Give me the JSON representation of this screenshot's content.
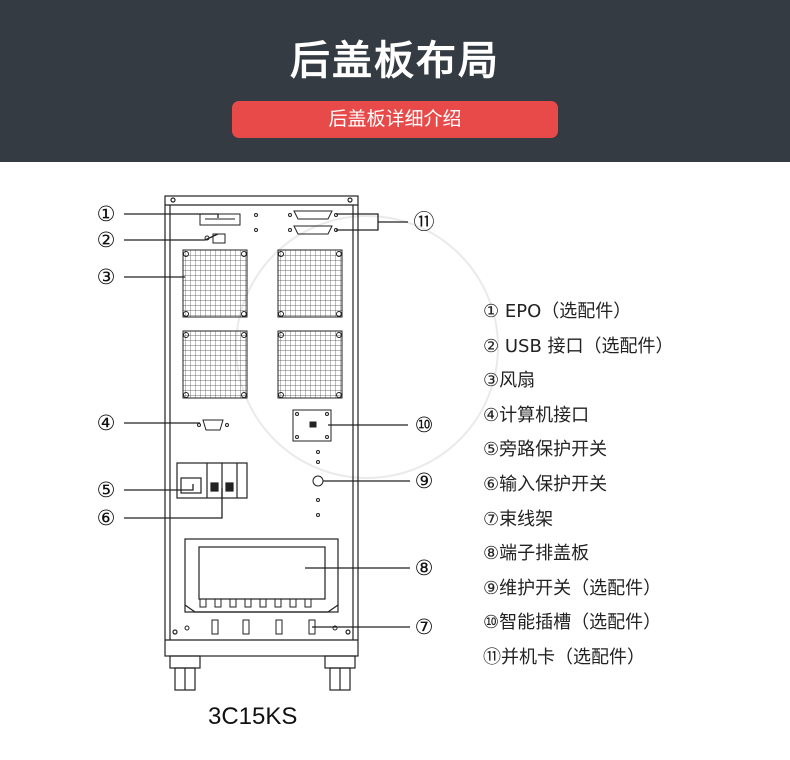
{
  "header": {
    "title": "后盖板布局",
    "subtitle": "后盖板详细介绍",
    "bg_color": "#353b42",
    "accent_color": "#e84a4a"
  },
  "callouts": [
    "①",
    "②",
    "③",
    "④",
    "⑤",
    "⑥",
    "⑦",
    "⑧",
    "⑨",
    "⑩",
    "⑪"
  ],
  "legend": [
    "① EPO（选配件）",
    "② USB 接口（选配件）",
    "③风扇",
    "④计算机接口",
    "⑤旁路保护开关",
    "⑥输入保护开关",
    "⑦束线架",
    "⑧端子排盖板",
    "⑨维护开关（选配件）",
    "⑩智能插槽（选配件）",
    "⑪并机卡（选配件）"
  ],
  "model": "3C15KS"
}
